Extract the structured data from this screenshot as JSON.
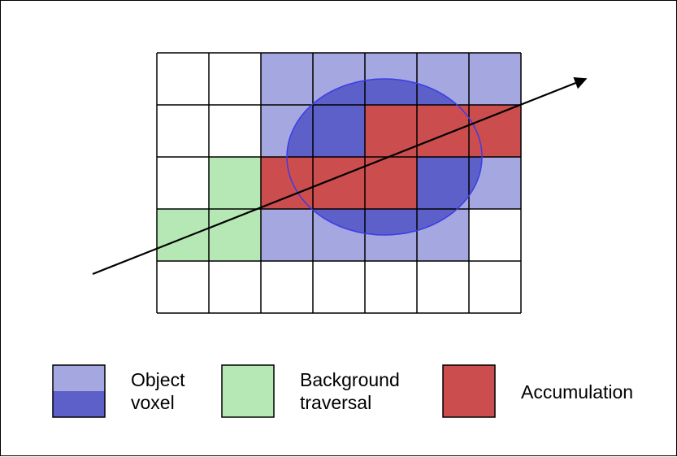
{
  "colors": {
    "object": "#a5a7e0",
    "object_dark": "#5d60c8",
    "background_traversal": "#b5e8b5",
    "accumulation": "#cc4d4d",
    "empty": "#ffffff",
    "grid_line": "#000000",
    "circle": "#3c3ce6",
    "ray": "#000000"
  },
  "grid": {
    "rows": 5,
    "cols": 7,
    "cells": [
      [
        "empty",
        "empty",
        "object",
        "object",
        "object",
        "object",
        "object"
      ],
      [
        "empty",
        "empty",
        "object",
        "object",
        "accumulation",
        "accumulation",
        "accumulation"
      ],
      [
        "empty",
        "background_traversal",
        "accumulation",
        "accumulation",
        "accumulation",
        "object",
        "object"
      ],
      [
        "background_traversal",
        "background_traversal",
        "object",
        "object",
        "object",
        "object",
        "empty"
      ],
      [
        "empty",
        "empty",
        "empty",
        "empty",
        "empty",
        "empty",
        "empty"
      ]
    ]
  },
  "legend": {
    "object": {
      "line1": "Object",
      "line2": "voxel"
    },
    "background": {
      "line1": "Background",
      "line2": "traversal"
    },
    "accumulation": {
      "line1": "Accumulation"
    }
  }
}
